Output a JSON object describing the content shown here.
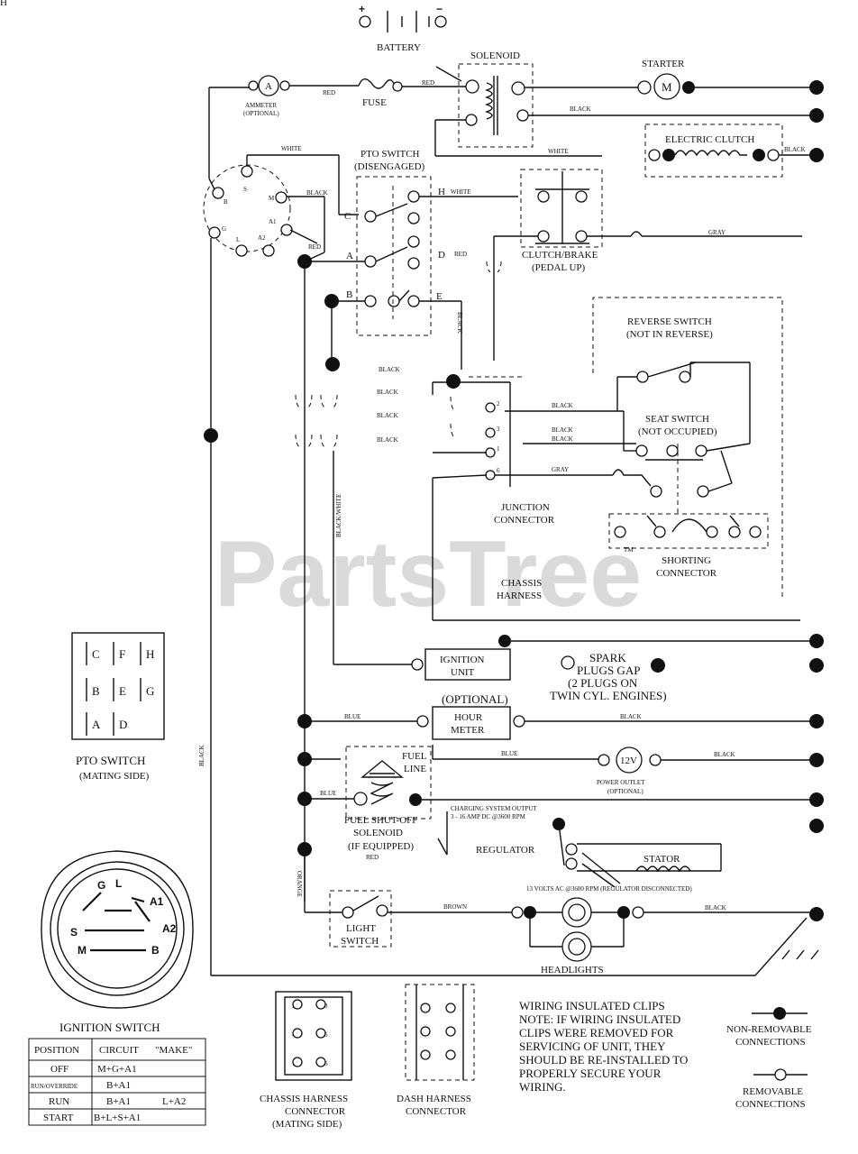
{
  "watermark": "PartsTree",
  "watermark_tm": "TM",
  "corner_mark": "H",
  "battery": {
    "label": "BATTERY",
    "plus": "+",
    "minus": "−"
  },
  "solenoid": {
    "label": "SOLENOID"
  },
  "starter": {
    "label": "STARTER",
    "symbol": "M"
  },
  "ammeter": {
    "label_line1": "AMMETER",
    "label_line2": "(OPTIONAL)",
    "symbol": "A"
  },
  "fuse": {
    "label": "FUSE"
  },
  "electric_clutch": {
    "label": "ELECTRIC CLUTCH"
  },
  "pto_switch": {
    "label_line1": "PTO SWITCH",
    "label_line2": "(DISENGAGED)",
    "terminals": [
      "C",
      "A",
      "B",
      "H",
      "D",
      "E"
    ]
  },
  "clutch_brake": {
    "label_line1": "CLUTCH/BRAKE",
    "label_line2": "(PEDAL UP)"
  },
  "reverse_switch": {
    "label_line1": "REVERSE SWITCH",
    "label_line2": "(NOT IN REVERSE)"
  },
  "seat_switch": {
    "label_line1": "SEAT SWITCH",
    "label_line2": "(NOT OCCUPIED)"
  },
  "junction_connector": {
    "label_line1": "JUNCTION",
    "label_line2": "CONNECTOR",
    "pins": [
      "2",
      "3",
      "1",
      "6"
    ]
  },
  "shorting_connector": {
    "label_line1": "SHORTING",
    "label_line2": "CONNECTOR"
  },
  "chassis_harness": {
    "label_line1": "CHASSIS",
    "label_line2": "HARNESS"
  },
  "ignition_unit": {
    "label_line1": "IGNITION",
    "label_line2": "UNIT"
  },
  "spark_plugs": {
    "line1": "SPARK",
    "line2": "PLUGS GAP",
    "line3": "(2 PLUGS ON",
    "line4": "TWIN CYL. ENGINES)"
  },
  "hour_meter": {
    "optional": "(OPTIONAL)",
    "line1": "HOUR",
    "line2": "METER"
  },
  "power_outlet": {
    "symbol": "12V",
    "line1": "POWER OUTLET",
    "line2": "(OPTIONAL)"
  },
  "fuel_line": {
    "line1": "FUEL",
    "line2": "LINE"
  },
  "fuel_shutoff": {
    "line1": "FUEL SHUT-OFF",
    "line2": "SOLENOID",
    "line3": "(IF EQUIPPED)"
  },
  "charging_note": {
    "line1": "CHARGING SYSTEM OUTPUT",
    "line2": "3 - 16 AMP DC @3600 RPM"
  },
  "regulator": {
    "label": "REGULATOR"
  },
  "stator": {
    "label": "STATOR"
  },
  "stator_note": "13 VOLTS AC @3600 RPM (REGULATOR DISCONNECTED)",
  "light_switch": {
    "line1": "LIGHT",
    "line2": "SWITCH"
  },
  "headlights": {
    "label": "HEADLIGHTS"
  },
  "wire_colors": {
    "red": "RED",
    "black": "BLACK",
    "white": "WHITE",
    "gray": "GRAY",
    "blue": "BLUE",
    "brown": "BROWN",
    "orange": "ORANGE",
    "black_white": "BLACK/WHITE"
  },
  "ignition_switch": {
    "title": "IGNITION SWITCH",
    "face_terminals": [
      "G",
      "L",
      "A1",
      "S",
      "A2",
      "M",
      "B"
    ],
    "terminals": [
      "B",
      "G",
      "L",
      "S",
      "M",
      "A1",
      "A2"
    ],
    "table": {
      "headers": [
        "POSITION",
        "CIRCUIT",
        "\"MAKE\""
      ],
      "rows": [
        [
          "OFF",
          "M+G+A1",
          ""
        ],
        [
          "RUN/OVERRIDE",
          "B+A1",
          ""
        ],
        [
          "RUN",
          "B+A1",
          "L+A2"
        ],
        [
          "START",
          "B+L+S+A1",
          ""
        ]
      ]
    }
  },
  "pto_mating": {
    "title_line1": "PTO SWITCH",
    "title_line2": "(MATING SIDE)",
    "grid": [
      "C",
      "F",
      "H",
      "B",
      "E",
      "G",
      "A",
      "D"
    ]
  },
  "chassis_connector": {
    "line1": "CHASSIS HARNESS",
    "line2": "CONNECTOR",
    "line3": "(MATING SIDE)",
    "pins": [
      "2",
      "3",
      "5",
      "4",
      "1",
      "6"
    ]
  },
  "dash_connector": {
    "line1": "DASH HARNESS",
    "line2": "CONNECTOR"
  },
  "note": {
    "lines": [
      "WIRING INSULATED CLIPS",
      "NOTE: IF WIRING INSULATED",
      "CLIPS WERE REMOVED FOR",
      "SERVICING OF UNIT, THEY",
      "SHOULD BE RE-INSTALLED TO",
      "PROPERLY SECURE YOUR",
      "WIRING."
    ]
  },
  "legend": {
    "non_removable_line1": "NON-REMOVABLE",
    "non_removable_line2": "CONNECTIONS",
    "removable_line1": "REMOVABLE",
    "removable_line2": "CONNECTIONS"
  }
}
